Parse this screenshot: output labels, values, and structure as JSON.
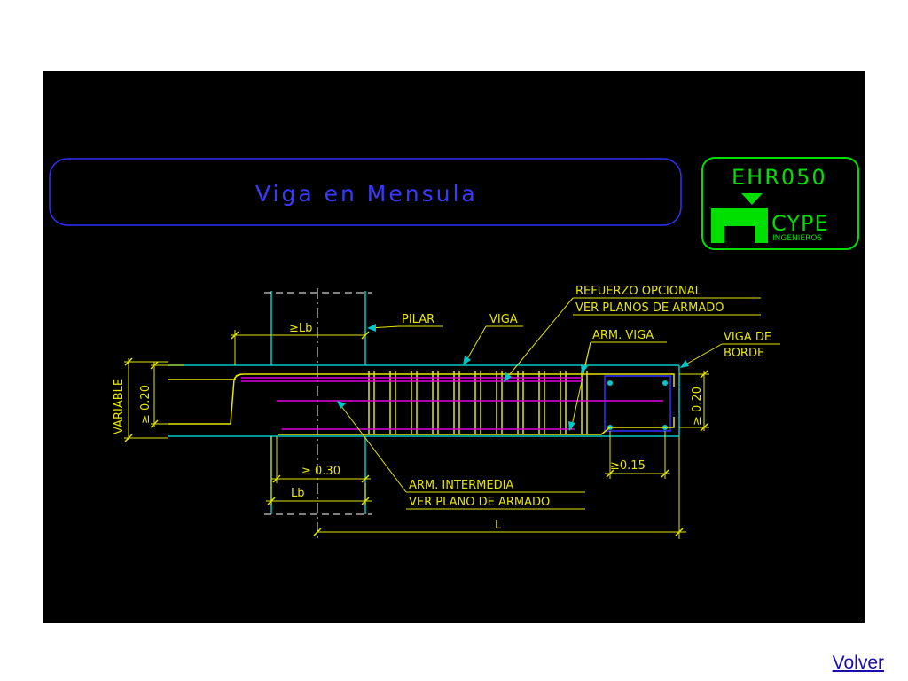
{
  "drawing": {
    "title": "Viga en Mensula",
    "badge": {
      "code": "EHR050",
      "brand": "CYPE",
      "sub": "INGENIEROS"
    },
    "labels": {
      "pilar": "PILAR",
      "viga": "VIGA",
      "refuerzo_1": "REFUERZO OPCIONAL",
      "refuerzo_2": "VER PLANOS DE ARMADO",
      "arm_viga": "ARM. VIGA",
      "viga_borde_1": "VIGA DE",
      "viga_borde_2": "BORDE",
      "arm_int_1": "ARM. INTERMEDIA",
      "arm_int_2": "VER PLANO DE ARMADO"
    },
    "dims": {
      "lb_top": "≥Lb",
      "variable": "VARIABLE",
      "d020_left": "≥ 0.20",
      "d020_right": "≥ 0.20",
      "d030": "≥ 0.30",
      "lb": "Lb",
      "d015": "≥0.15",
      "L": "L"
    },
    "colors": {
      "background": "#000000",
      "cyan": "#00c8c8",
      "yellow": "#e6e600",
      "magenta": "#e000e0",
      "blue": "#3030ff",
      "green": "#00e000",
      "white": "#ffffff"
    }
  },
  "nav": {
    "back_label": "Volver"
  }
}
